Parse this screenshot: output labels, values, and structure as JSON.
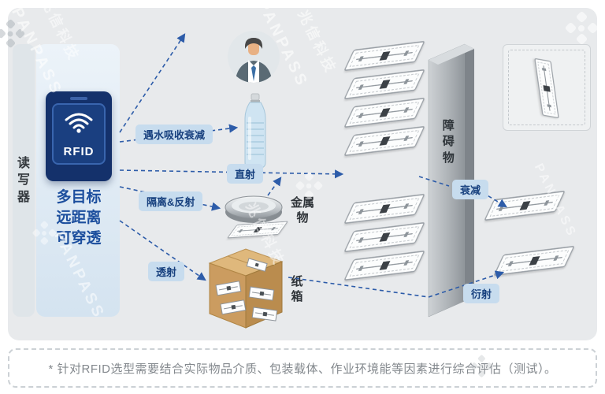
{
  "reader": {
    "side_label": "读写器",
    "device_text": "RFID",
    "features": [
      "多目标",
      "远距离",
      "可穿透"
    ]
  },
  "pills": {
    "water": "遇水吸收衰减",
    "direct": "直射",
    "isolate_reflect": "隔离&反射",
    "transmit": "透射",
    "attenuation": "衰减",
    "diffraction": "衍射"
  },
  "objects": {
    "metal": "金属物",
    "carton": "纸箱",
    "obstacle": "障碍物"
  },
  "watermark": {
    "brand_en": "PANPASS",
    "brand_cn": "兆信科技"
  },
  "colors": {
    "accent_blue": "#1d4f9e",
    "device_navy": "#14316b",
    "pill_bg": "#c7dcee",
    "panel_gray": "#e8eaec"
  },
  "footnote": "* 针对RFID选型需要结合实际物品介质、包装载体、作业环境能等因素进行综合评估（测试）。"
}
